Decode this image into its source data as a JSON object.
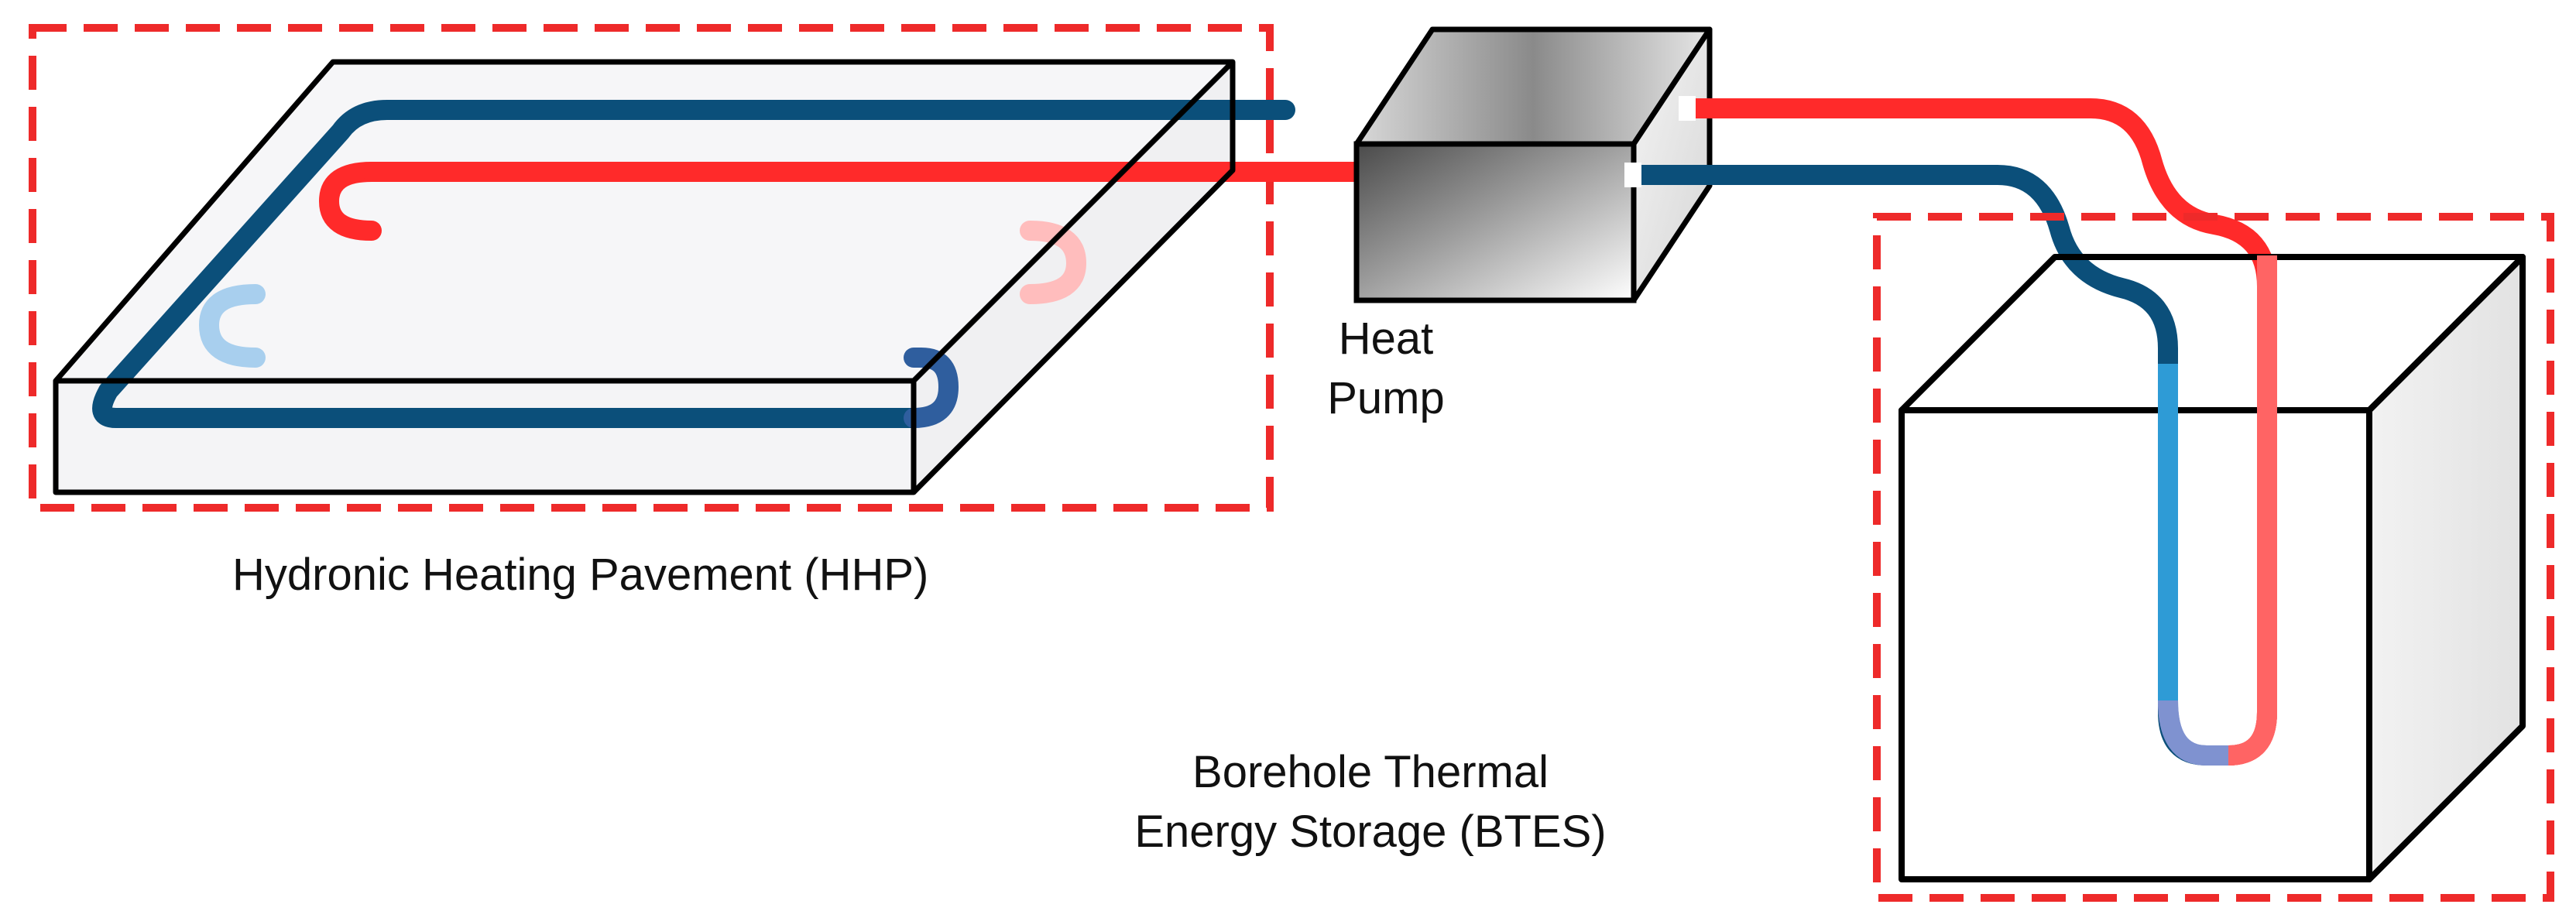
{
  "labels": {
    "hhp": "Hydronic Heating Pavement (HHP)",
    "heat_pump_line1": "Heat",
    "heat_pump_line2": "Pump",
    "btes_line1": "Borehole Thermal",
    "btes_line2": "Energy Storage (BTES)"
  },
  "colors": {
    "hot_pipe": "#FF2A2A",
    "hot_pipe_faded": "#FF6464",
    "cold_pipe": "#0B4F7A",
    "cold_pipe_light": "#2E9BD6",
    "cold_pipe_pale": "#9CC8EA",
    "boundary_dashed": "#EE2A2A",
    "outline": "#000000",
    "slab_fill": "#F4F4F6",
    "pump_dark": "#5A5A5A",
    "pump_light": "#F2F2F2"
  }
}
